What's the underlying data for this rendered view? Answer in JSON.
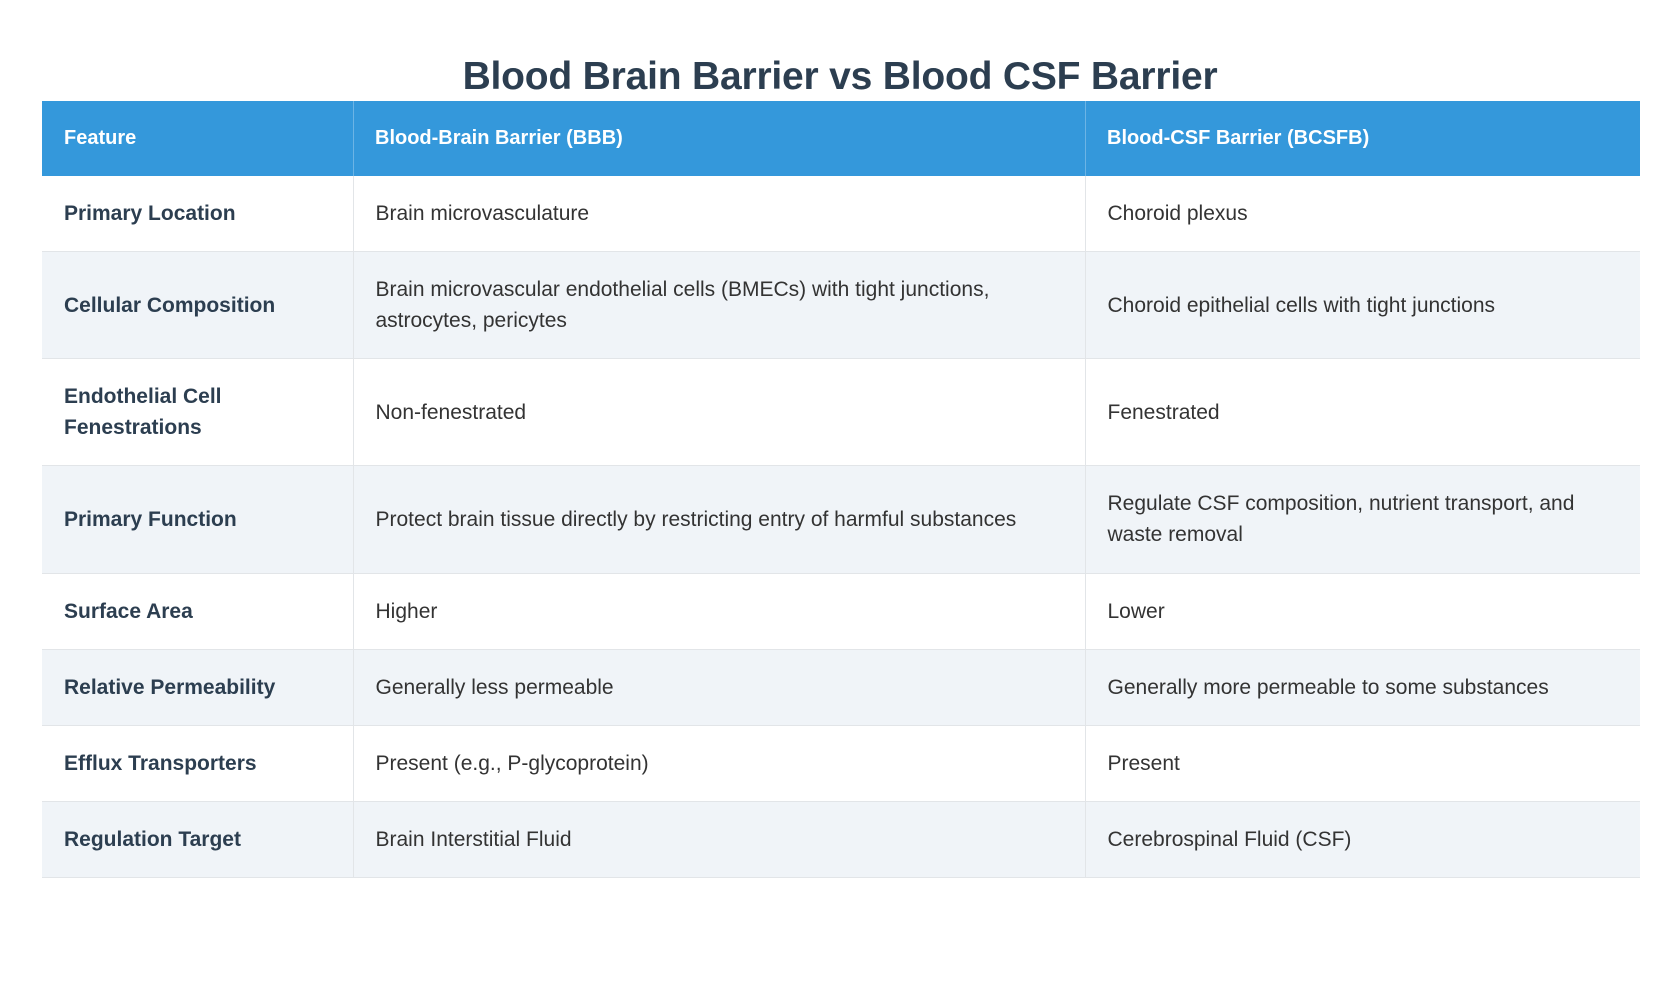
{
  "page": {
    "title": "Blood Brain Barrier vs Blood CSF Barrier",
    "background_color": "#ffffff",
    "title_color": "#2c3e50"
  },
  "table": {
    "header_background": "#3498db",
    "header_text_color": "#ffffff",
    "stripe_color": "#f0f4f8",
    "base_row_color": "#ffffff",
    "border_color": "#e2e5e8",
    "columns": [
      "Feature",
      "Blood-Brain Barrier (BBB)",
      "Blood-CSF Barrier (BCSFB)"
    ],
    "rows": [
      {
        "feature": "Primary Location",
        "bbb": "Brain microvasculature",
        "bcsfb": "Choroid plexus"
      },
      {
        "feature": "Cellular Composition",
        "bbb": "Brain microvascular endothelial cells (BMECs) with tight junctions, astrocytes, pericytes",
        "bcsfb": "Choroid epithelial cells with tight junctions"
      },
      {
        "feature": "Endothelial Cell Fenestrations",
        "bbb": "Non-fenestrated",
        "bcsfb": "Fenestrated"
      },
      {
        "feature": "Primary Function",
        "bbb": "Protect brain tissue directly by restricting entry of harmful substances",
        "bcsfb": "Regulate CSF composition, nutrient transport, and waste removal"
      },
      {
        "feature": "Surface Area",
        "bbb": "Higher",
        "bcsfb": "Lower"
      },
      {
        "feature": "Relative Permeability",
        "bbb": "Generally less permeable",
        "bcsfb": "Generally more permeable to some substances"
      },
      {
        "feature": "Efflux Transporters",
        "bbb": "Present (e.g., P-glycoprotein)",
        "bcsfb": "Present"
      },
      {
        "feature": "Regulation Target",
        "bbb": "Brain Interstitial Fluid",
        "bcsfb": "Cerebrospinal Fluid (CSF)"
      }
    ]
  }
}
